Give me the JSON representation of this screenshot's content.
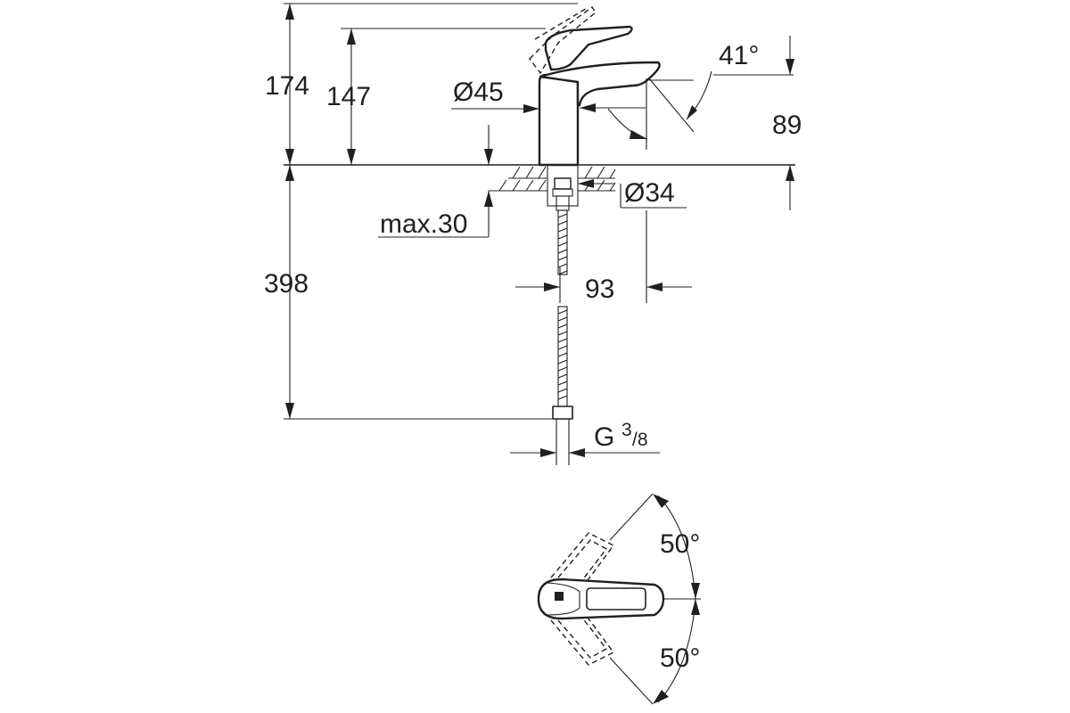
{
  "drawing": {
    "ink_color": "#231f20",
    "background": "#ffffff"
  },
  "dimensions": {
    "total_height": "174",
    "lever_height": "147",
    "body_diameter": "Ø45",
    "spout_angle": "41°",
    "spout_height": "89",
    "deck_diameter": "Ø34",
    "max_deck_thickness": "max.30",
    "hose_length": "398",
    "spout_reach": "93",
    "connection_prefix": "G",
    "connection_numerator": "3",
    "connection_denominator": "/8",
    "lever_angle_upper": "50°",
    "lever_angle_lower": "50°"
  }
}
